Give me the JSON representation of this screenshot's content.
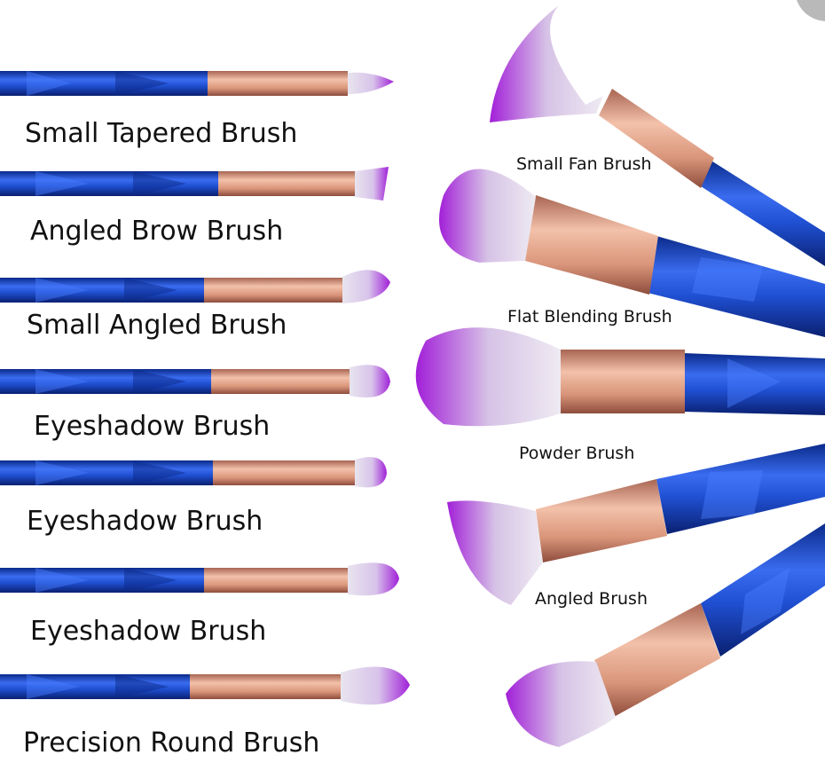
{
  "left_labels": [
    "Small Tapered Brush",
    "Angled Brow Brush",
    "Small Angled Brush",
    "Eyeshadow Brush",
    "Eyeshadow Brush",
    "Eyeshadow Brush",
    "Precision Round Brush"
  ],
  "right_labels": [
    "Small Fan Brush",
    "Flat Blending Brush",
    "Powder Brush",
    "Angled Brush"
  ],
  "colors": {
    "handle_blue": "#1f4fd1",
    "handle_dark": "#0a2a8a",
    "ferrule_copper": "#d9957a",
    "bristle_purple": "#a020d8",
    "bristle_white": "#e8e4ee"
  }
}
